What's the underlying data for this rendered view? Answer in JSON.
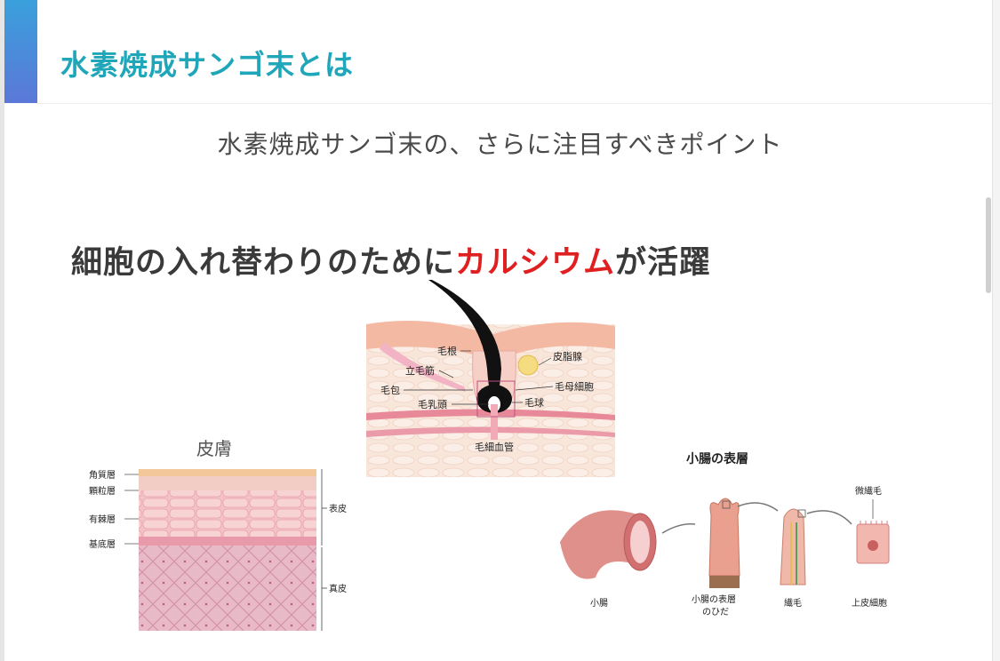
{
  "header": {
    "title": "水素焼成サンゴ末とは"
  },
  "subtitle": "水素焼成サンゴ末の、さらに注目すべきポイント",
  "headline": {
    "before": "細胞の入れ替わりのために",
    "highlight": "カルシウム",
    "after": "が活躍"
  },
  "colors": {
    "title": "#1fa6b8",
    "highlight": "#e02020",
    "accent_top": "#3aa0dc",
    "accent_bottom": "#5b78d8"
  },
  "hair_diagram": {
    "labels": {
      "hair_root": "毛根",
      "arrector_pili": "立毛筋",
      "follicle": "毛包",
      "papilla": "毛乳頭",
      "sebaceous_gland": "皮脂腺",
      "matrix_cell": "毛母細胞",
      "hair_bulb": "毛球",
      "capillary": "毛細血管"
    }
  },
  "skin_diagram": {
    "caption": "皮膚",
    "layers": {
      "stratum_corneum": "角質層",
      "granular": "顆粒層",
      "spinous": "有棘層",
      "basal": "基底層"
    },
    "epidermis": "表皮",
    "dermis": "真皮"
  },
  "intestine_diagram": {
    "caption": "小腸の表層",
    "microvilli": "微繊毛",
    "labels": {
      "small_intestine": "小腸",
      "fold_line1": "小腸の表層",
      "fold_line2": "のひだ",
      "villi": "繊毛",
      "epithelial": "上皮細胞"
    }
  }
}
